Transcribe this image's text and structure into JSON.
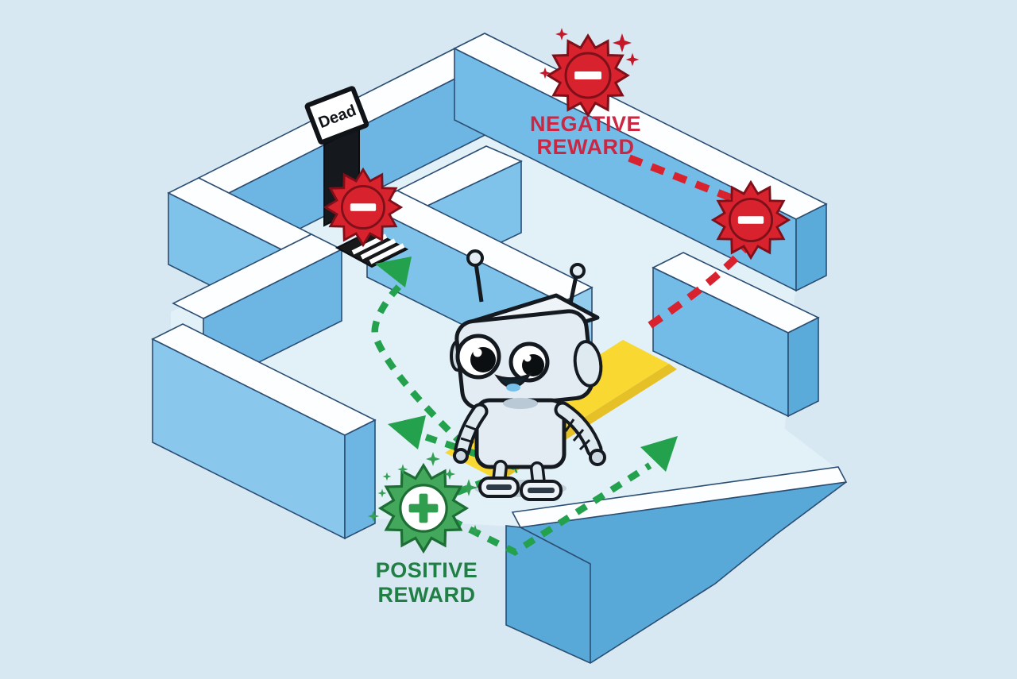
{
  "illustration": {
    "dead_sign": {
      "text": "Dead"
    },
    "negative_reward": {
      "line1": "NEGATIVE",
      "line2": "REWARD"
    },
    "positive_reward": {
      "line1": "POSITIVE",
      "line2": "REWARD"
    }
  },
  "colors": {
    "background": "#d7e8f2",
    "floor": "#e2f0f8",
    "wall_top": "#fdfeff",
    "wall_face_light": "#8ac7ec",
    "wall_face_medium": "#74bce8",
    "wall_face_dark": "#58a9d8",
    "outline": "#2b4d72",
    "path_yellow": "#f8d831",
    "reward_red": "#d8232e",
    "reward_green": "#2f9e4e",
    "negative_text_color": "#cb2743",
    "positive_text_color": "#1f7f44"
  },
  "icons": [
    {
      "name": "negative-reward-gear-top-icon",
      "glyph": "minus-burst"
    },
    {
      "name": "negative-reward-gear-right-icon",
      "glyph": "minus-burst"
    },
    {
      "name": "negative-reward-gear-deadend-icon",
      "glyph": "minus-burst"
    },
    {
      "name": "positive-reward-starburst-icon",
      "glyph": "plus-burst"
    },
    {
      "name": "robot-character",
      "glyph": "robot"
    },
    {
      "name": "hazard-mat-icon",
      "glyph": "striped-mat"
    },
    {
      "name": "dead-sign",
      "glyph": "tilted-sign"
    }
  ]
}
